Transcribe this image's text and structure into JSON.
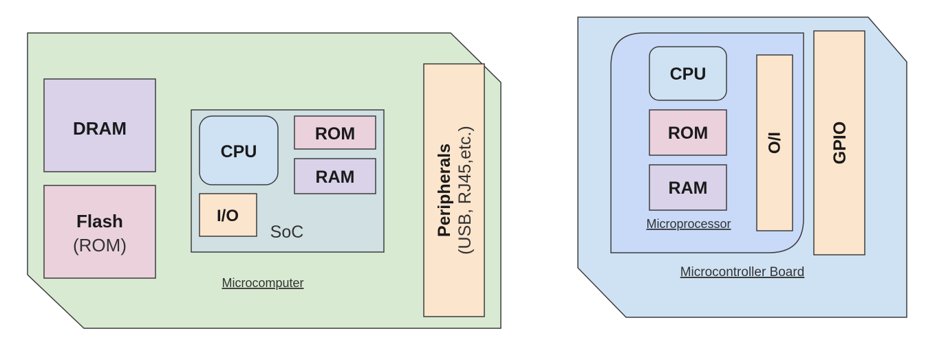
{
  "colors": {
    "microcomputer_board": "#d9ead3",
    "microcontroller_board": "#cfe2f3",
    "microprocessor": "#c9daf8",
    "dram": "#d9d2e9",
    "flash": "#ead1dc",
    "soc": "#d0e0e3",
    "cpu": "#cfe2f3",
    "rom": "#ead1dc",
    "ram": "#d9d2e9",
    "io": "#fce5cd",
    "peripherals": "#fce5cd",
    "gpio": "#fce5cd"
  },
  "microcomputer": {
    "title": "Microcomputer",
    "dram": "DRAM",
    "flash": "Flash",
    "flash_sub": "(ROM)",
    "soc": {
      "label": "SoC",
      "cpu": "CPU",
      "rom": "ROM",
      "ram": "RAM",
      "io": "I/O"
    },
    "peripherals": "Peripherals",
    "peripherals_sub": "(USB, RJ45,etc.)"
  },
  "microcontroller": {
    "title": "Microcontroller Board",
    "microprocessor": {
      "label": "Microprocessor",
      "cpu": "CPU",
      "rom": "ROM",
      "ram": "RAM",
      "io": "I/O"
    },
    "gpio": "GPIO"
  }
}
